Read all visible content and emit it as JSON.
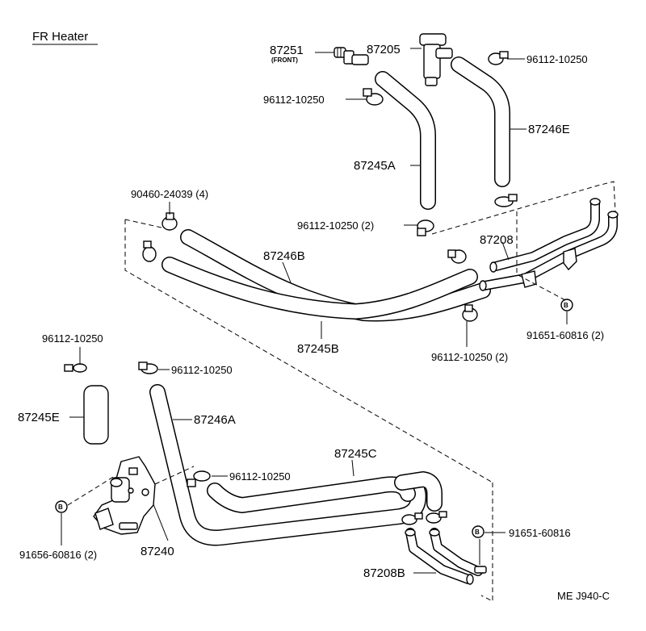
{
  "diagram": {
    "title": "FR Heater",
    "code": "ME J940-C",
    "bolt_badge": "B",
    "labels": {
      "p87251": "87251",
      "p87251_note": "(FRONT)",
      "p87205": "87205",
      "clamp_top_right": "96112-10250",
      "clamp_top_left": "96112-10250",
      "p87246E": "87246E",
      "p87245A": "87245A",
      "clamp_90460": "90460-24039 (4)",
      "clamp_mid_2": "96112-10250 (2)",
      "p87208": "87208",
      "p87246B": "87246B",
      "p87245B": "87245B",
      "bolt_91651_2": "91651-60816 (2)",
      "clamp_right_2": "96112-10250 (2)",
      "clamp_left": "96112-10250",
      "clamp_87246A": "96112-10250",
      "p87245E": "87245E",
      "p87246A": "87246A",
      "p87245C": "87245C",
      "clamp_lower_mid": "96112-10250",
      "bolt_91651": "91651-60816",
      "bolt_91656_2": "91656-60816 (2)",
      "p87240": "87240",
      "p87208B": "87208B"
    }
  }
}
